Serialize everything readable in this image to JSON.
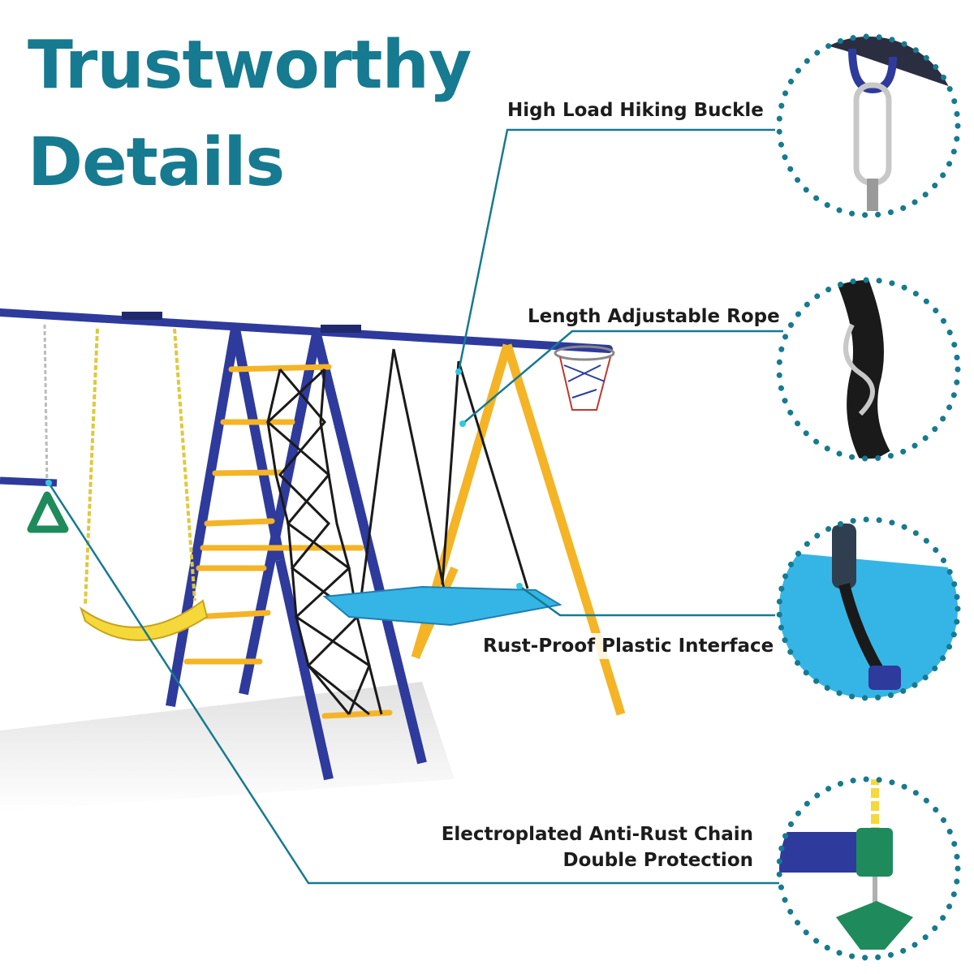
{
  "headline": {
    "line1": "Trustworthy",
    "line2": "Details"
  },
  "features": [
    {
      "name": "hiking-buckle",
      "label": "High Load Hiking Buckle"
    },
    {
      "name": "adjustable-rope",
      "label": "Length Adjustable Rope"
    },
    {
      "name": "plastic-interface",
      "label": "Rust-Proof Plastic Interface"
    },
    {
      "name": "anti-rust-chain",
      "label_line1": "Electroplated Anti-Rust Chain",
      "label_line2": "Double Protection"
    }
  ],
  "colors": {
    "accent": "#167a90",
    "frame_blue": "#2e3a9c",
    "frame_yellow": "#f4b425",
    "swing_yellow": "#f5d93a",
    "platform_blue": "#35b5e6",
    "ring_green": "#1f8a5c",
    "rope_black": "#1a1a1a"
  },
  "icons": [
    "carabiner-icon",
    "rope-knot-icon",
    "plastic-connector-icon",
    "chain-link-icon"
  ]
}
